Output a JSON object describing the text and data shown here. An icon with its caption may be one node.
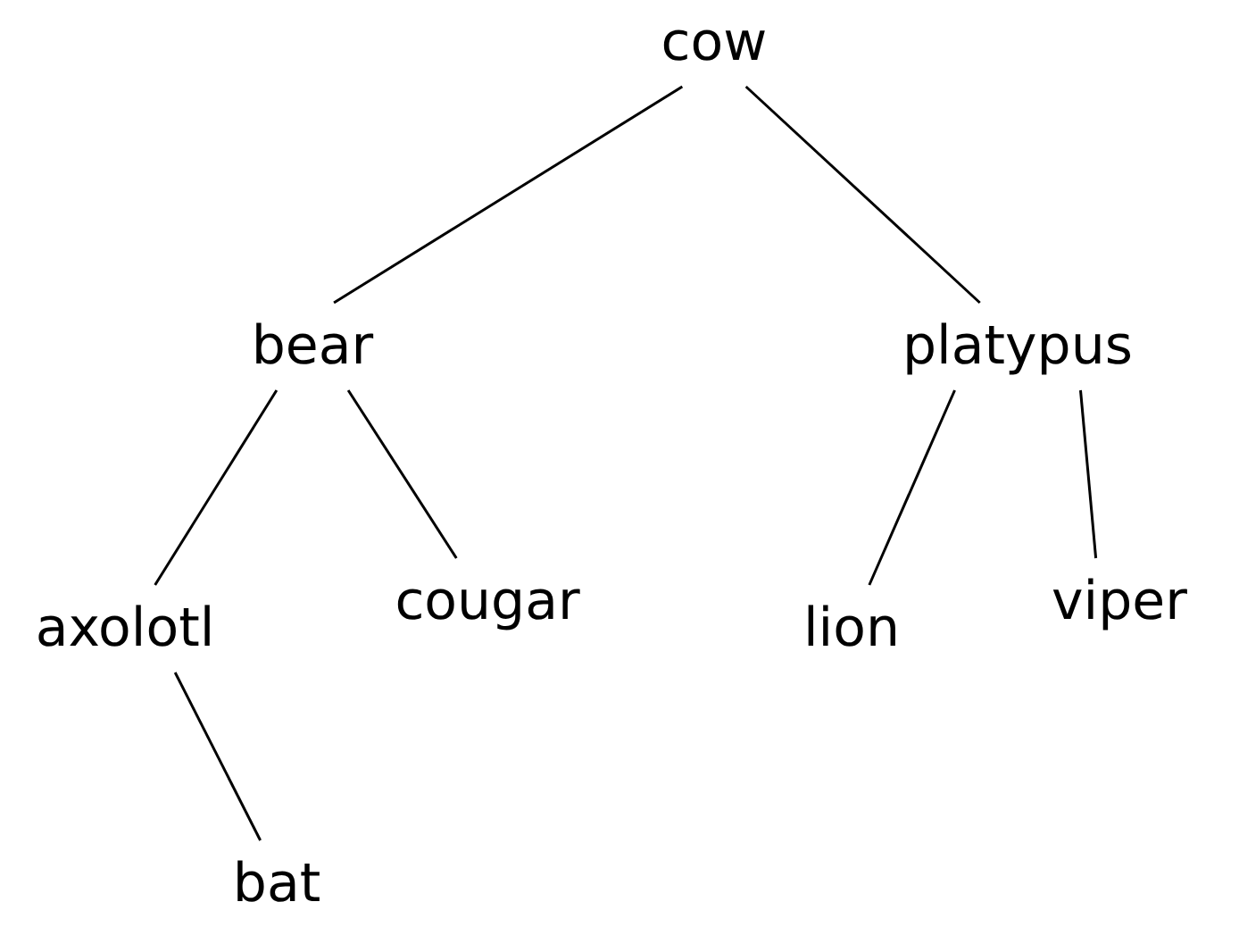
{
  "diagram": {
    "nodes": [
      {
        "text": [
          "cow"
        ]
      },
      {
        "text": [
          "bear"
        ]
      },
      {
        "text": [
          "platypus"
        ]
      },
      {
        "text": [
          "axolotl"
        ]
      },
      {
        "text": [
          "cougar"
        ]
      },
      {
        "text": [
          "lion"
        ]
      },
      {
        "text": [
          "viper"
        ]
      },
      {
        "text": [
          "bat"
        ]
      }
    ],
    "edges": [
      {
        "from": 0,
        "to": 1,
        "arrow": "none"
      },
      {
        "from": 0,
        "to": 2,
        "arrow": "none"
      },
      {
        "from": 1,
        "to": 3,
        "arrow": "none"
      },
      {
        "from": 1,
        "to": 4,
        "arrow": "none"
      },
      {
        "from": 2,
        "to": 5,
        "arrow": "none"
      },
      {
        "from": 2,
        "to": 6,
        "arrow": "none"
      },
      {
        "from": 3,
        "to": 7,
        "arrow": "none"
      }
    ]
  }
}
